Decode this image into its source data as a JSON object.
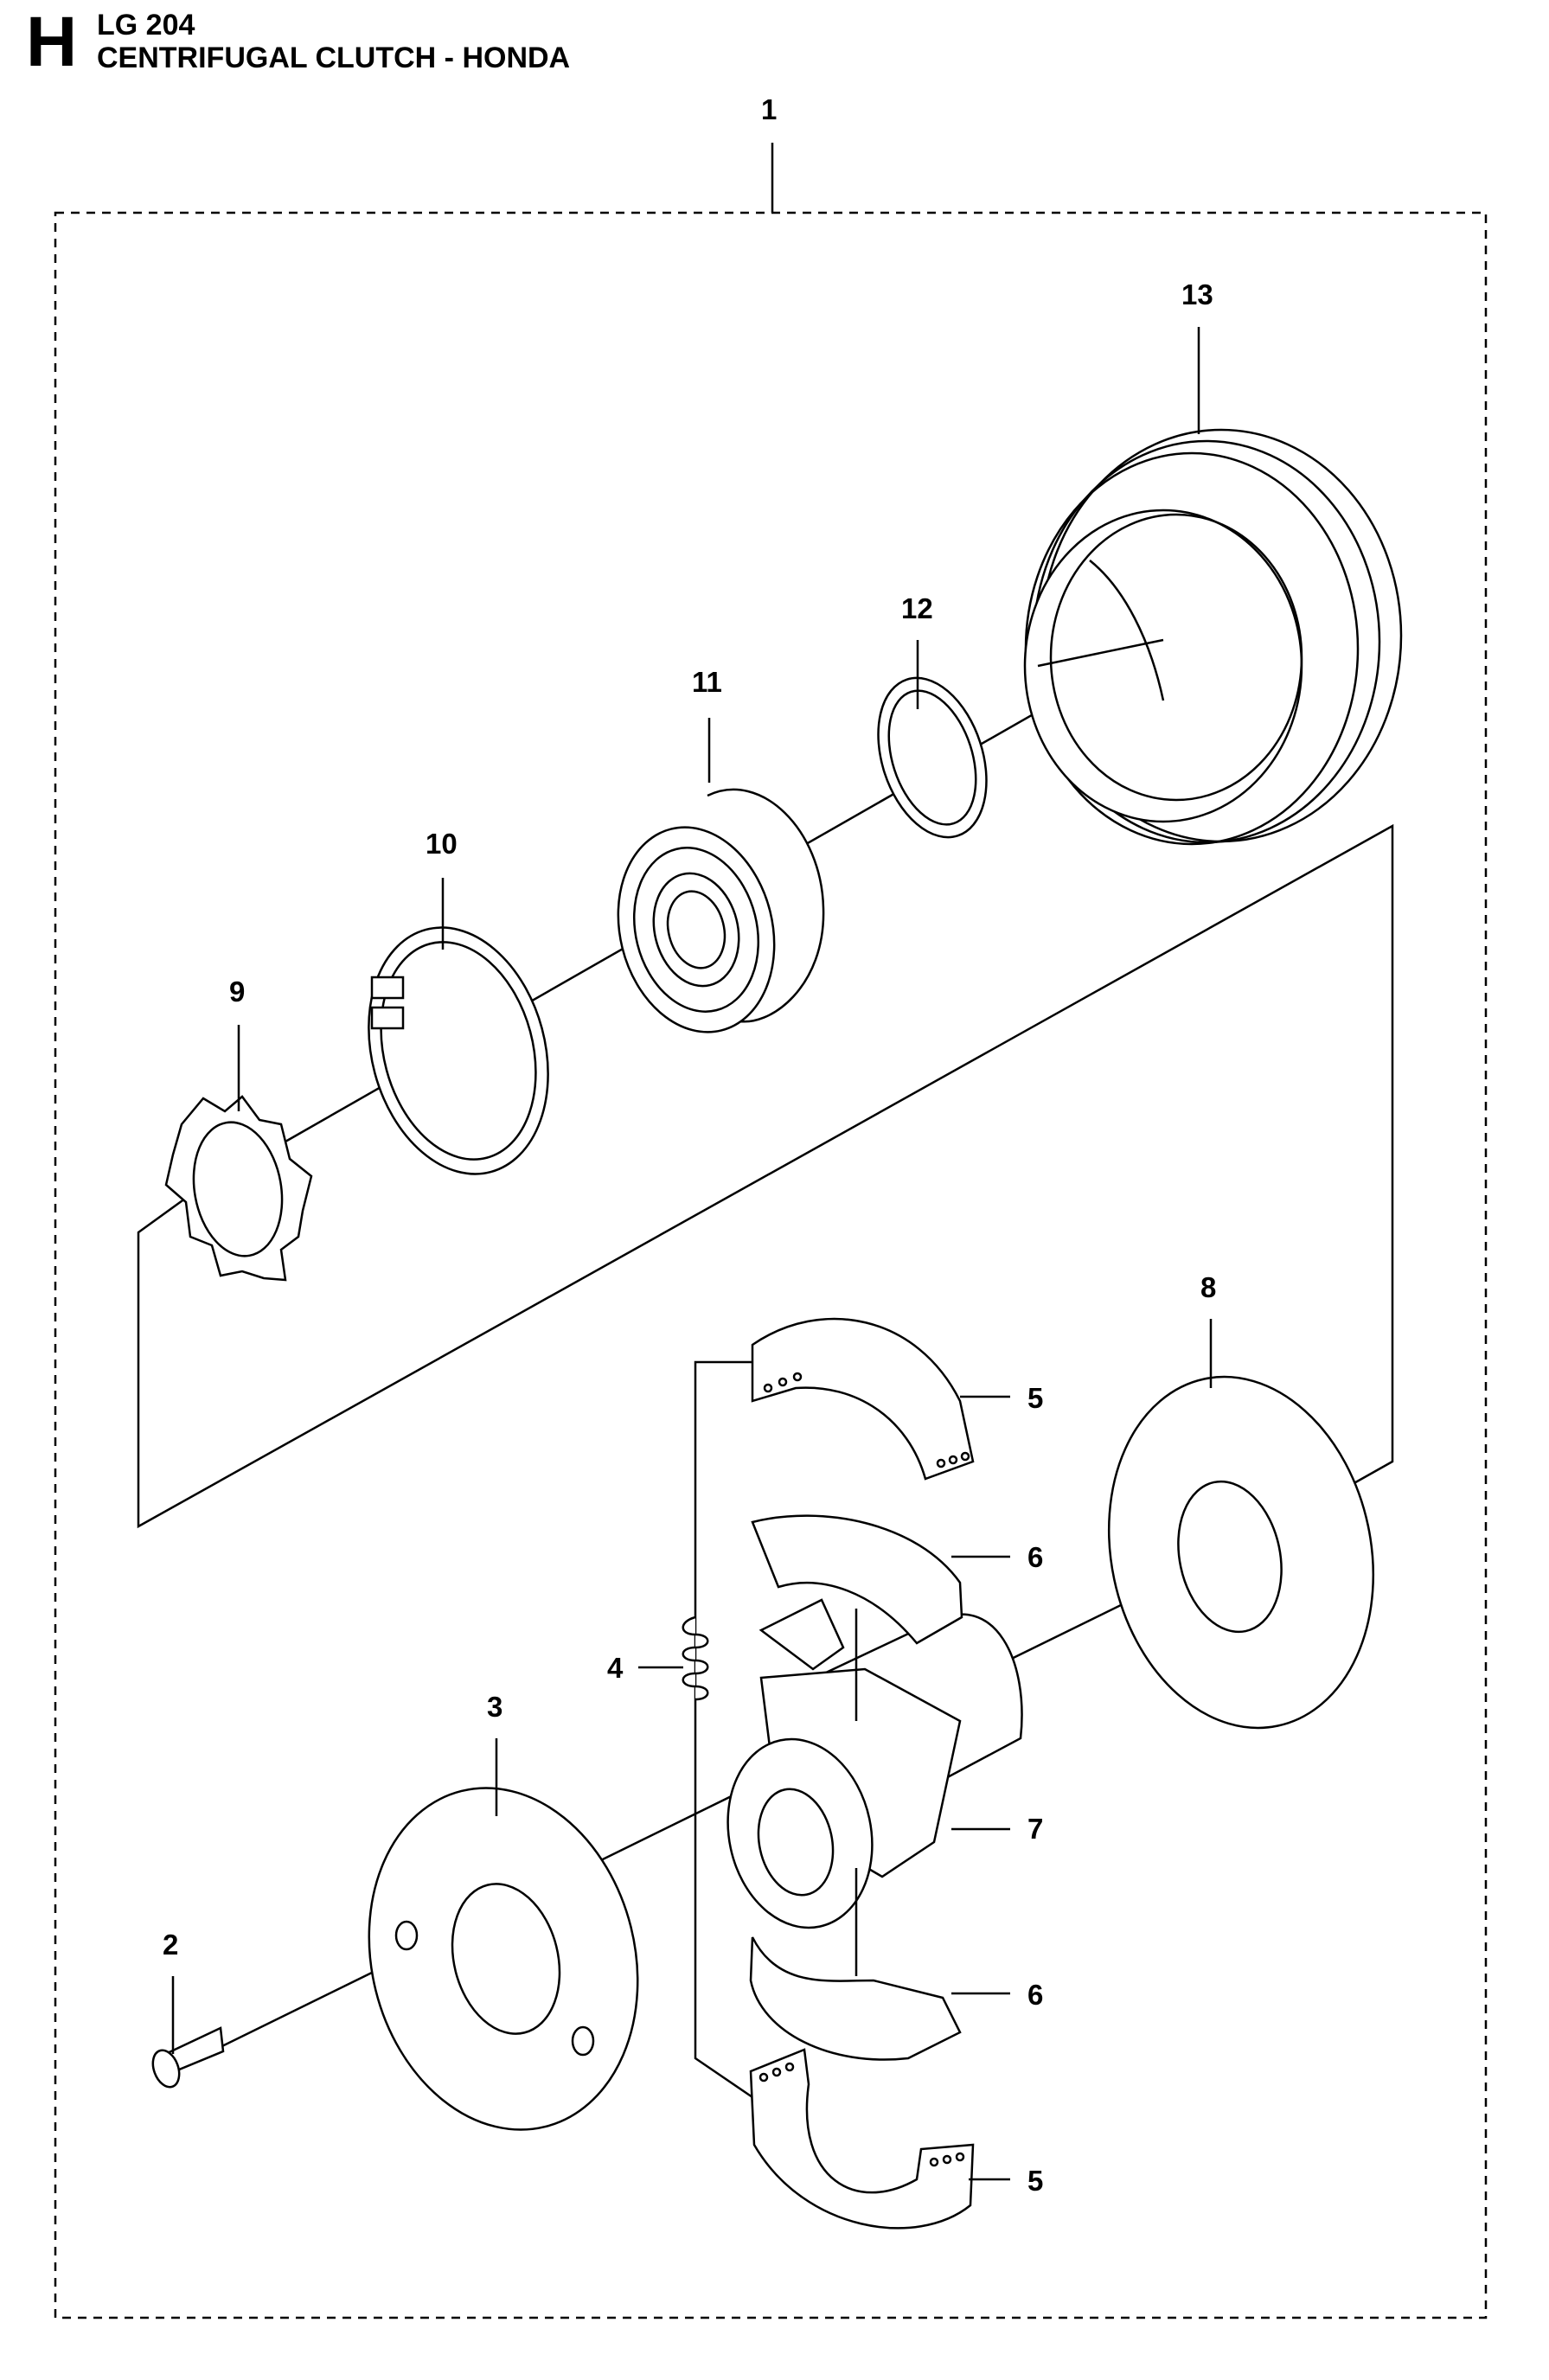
{
  "header": {
    "section": "H",
    "model": "LG 204",
    "title": "CENTRIFUGAL CLUTCH - HONDA"
  },
  "callouts": {
    "c1": "1",
    "c2": "2",
    "c3": "3",
    "c4": "4",
    "c5": "5",
    "c6": "6",
    "c7": "7",
    "c8": "8",
    "c9": "9",
    "c10": "10",
    "c11": "11",
    "c12": "12",
    "c13": "13"
  }
}
